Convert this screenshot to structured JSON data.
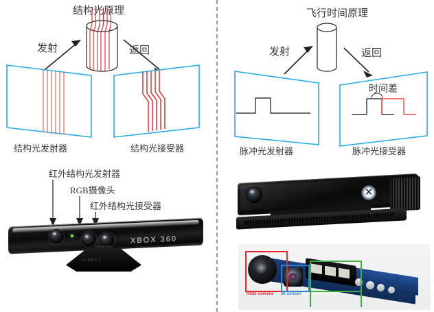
{
  "figure": {
    "panels": {
      "structured_light": {
        "title": "结构光原理",
        "emit_label": "发射",
        "return_label": "返回",
        "emitter_caption": "结构光发射器",
        "receiver_caption": "结构光接受器"
      },
      "time_of_flight": {
        "title": "飞行时间原理",
        "emit_label": "发射",
        "return_label": "返回",
        "time_diff_label": "时间差",
        "emitter_caption": "脉冲光发射器",
        "receiver_caption": "脉冲光接受器"
      },
      "kinect_v1": {
        "callouts": [
          "红外结构光发射器",
          "RGB摄像头",
          "红外结构光接受器"
        ],
        "brand_text": "XBOX 360",
        "base_text": "KINECT"
      },
      "kinect_v2": {
        "logo_glyph": "✕"
      },
      "board": {
        "rgb_label": "RGB camera",
        "ir_label": "IR sensor"
      }
    },
    "colors": {
      "panel_outline": "#29ABE2",
      "light_line": "#F1766F",
      "return_line": "#ED1C24",
      "pulse_black": "#3A3A3A",
      "pulse_red": "#ED4B4B",
      "rgb_box": "#E8262B",
      "ir_box": "#2A7FD4",
      "emitter_box": "#3FAE3F",
      "text": "#3B3B3B",
      "divider": "#9A9A9A"
    }
  }
}
